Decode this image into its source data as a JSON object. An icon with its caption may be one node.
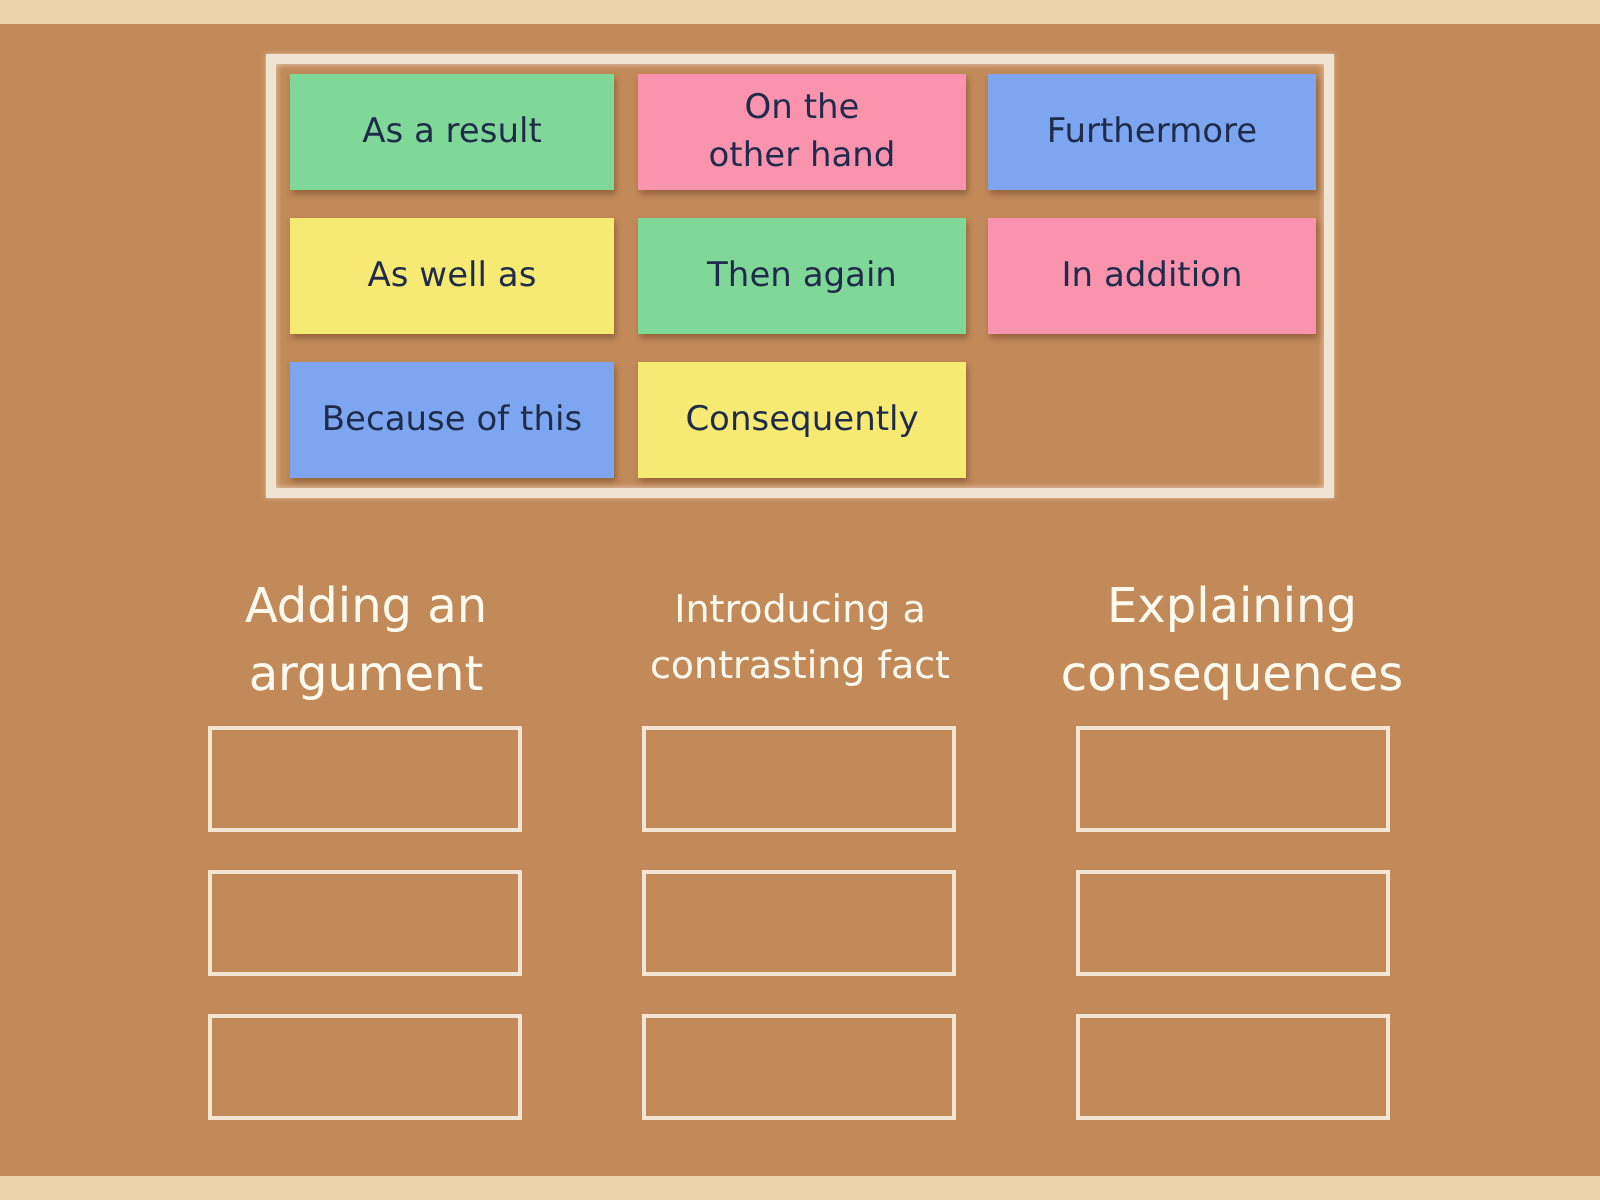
{
  "diagram": {
    "nodes": [
      {
        "text": [],
        "shape": "box"
      },
      {
        "text": [
          "As a result"
        ],
        "in": 0
      },
      {
        "text": [
          "On the other hand"
        ],
        "in": 0
      },
      {
        "text": [
          "Furthermore"
        ],
        "in": 0
      },
      {
        "text": [
          "As well as"
        ],
        "in": 0
      },
      {
        "text": [
          "Then again"
        ],
        "in": 0
      },
      {
        "text": [
          "In addition"
        ],
        "in": 0
      },
      {
        "text": [
          "Because of this"
        ],
        "in": 0
      },
      {
        "text": [
          "Consequently"
        ],
        "in": 0
      },
      {
        "text": [],
        "shape": "box"
      },
      {
        "text": [],
        "shape": "box"
      },
      {
        "text": [],
        "shape": "box"
      },
      {
        "text": [],
        "shape": "box"
      },
      {
        "text": [],
        "shape": "box"
      },
      {
        "text": [],
        "shape": "box"
      },
      {
        "text": [],
        "shape": "box"
      },
      {
        "text": [],
        "shape": "box"
      },
      {
        "text": [],
        "shape": "box"
      }
    ],
    "labels": [
      "Adding an argument",
      "Introducing a contrasting fact",
      "Explaining consequences"
    ]
  }
}
